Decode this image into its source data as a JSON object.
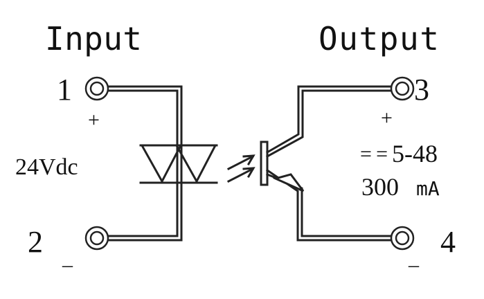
{
  "input": {
    "title": "Input",
    "pin_pos_number": "1",
    "pin_pos_sign": "+",
    "pin_neg_number": "2",
    "pin_neg_sign": "_",
    "voltage": "24Vdc"
  },
  "output": {
    "title": "Output",
    "pin_pos_number": "3",
    "pin_pos_sign": "+",
    "pin_neg_number": "4",
    "pin_neg_sign": "_",
    "dc_symbol": "==",
    "voltage_range": "5-48",
    "current_value": "300",
    "current_unit": "mA"
  },
  "colors": {
    "stroke": "#222222",
    "background": "#ffffff"
  }
}
